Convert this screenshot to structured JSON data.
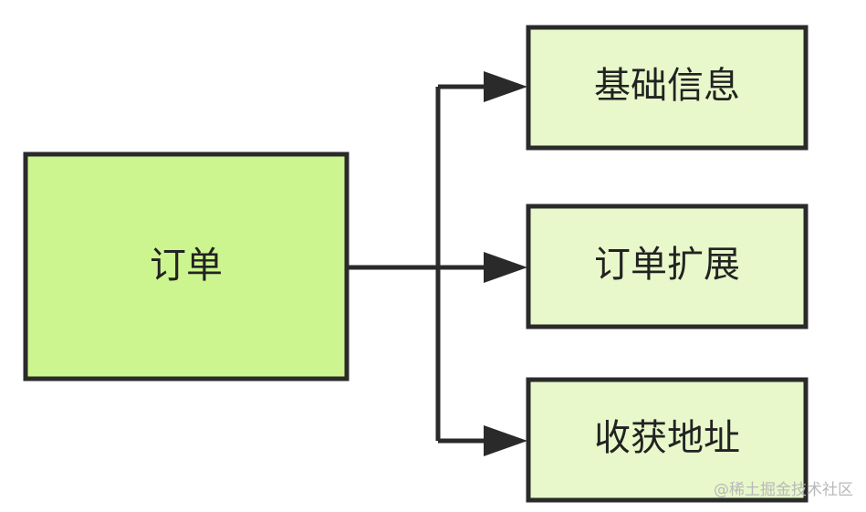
{
  "diagram": {
    "source_node": {
      "label": "订单"
    },
    "target_nodes": [
      {
        "label": "基础信息"
      },
      {
        "label": "订单扩展"
      },
      {
        "label": "收获地址"
      }
    ]
  },
  "watermark": {
    "text": "@稀土掘金技术社区"
  },
  "colors": {
    "source_fill": "#ccf58f",
    "target_fill": "#e8f8ca",
    "stroke": "#2a2a2a"
  }
}
